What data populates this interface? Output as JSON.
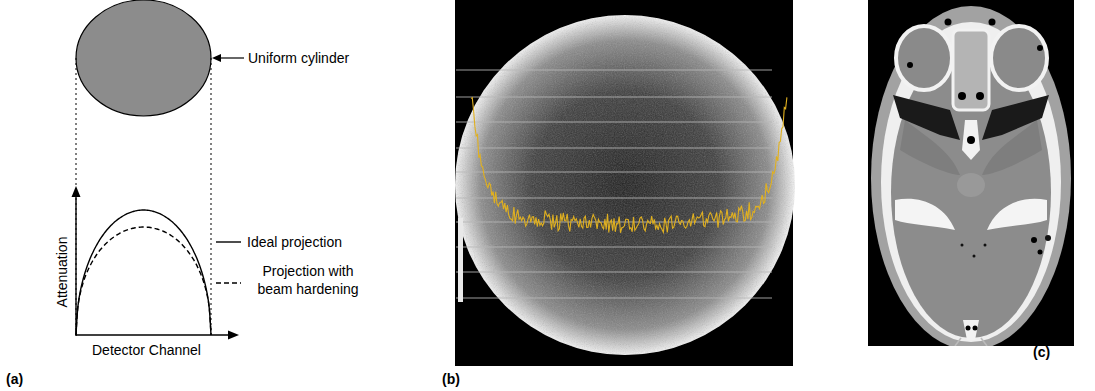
{
  "diagram": {
    "labels": [
      "Uniform cylinder",
      "Attenuation",
      "Detector Channel",
      "(a)",
      "(b)",
      "(c)"
    ],
    "legend": [
      {
        "text": "Ideal projection"
      },
      {
        "text": "Projection with beam hardening"
      }
    ]
  }
}
